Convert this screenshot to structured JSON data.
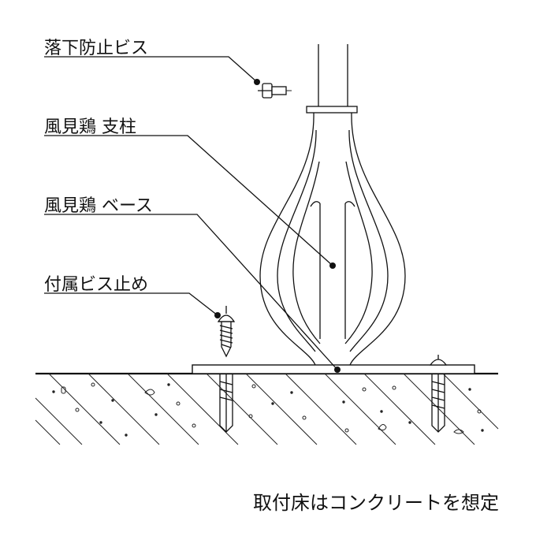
{
  "labels": {
    "fall_prevention_screw": "落下防止ビス",
    "pole": "風見鶏 支柱",
    "base": "風見鶏 ベース",
    "included_screw": "付属ビス止め"
  },
  "note": "取付床はコンクリートを想定",
  "colors": {
    "line": "#111111",
    "background": "#ffffff"
  }
}
